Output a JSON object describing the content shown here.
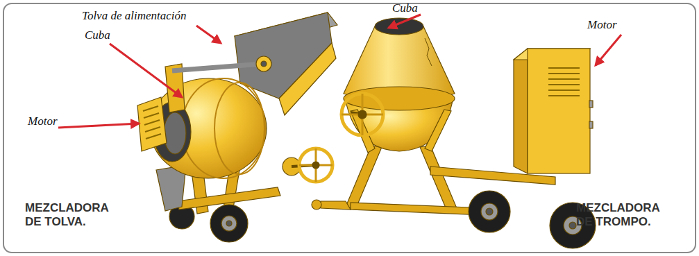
{
  "diagram": {
    "labels": [
      "Tolva de alimentación",
      "Cuba",
      "Cuba",
      "Motor",
      "Motor",
      "MEZCLADORA DE TOLVA.",
      "MEZCLADORA DE TROMPO."
    ]
  }
}
